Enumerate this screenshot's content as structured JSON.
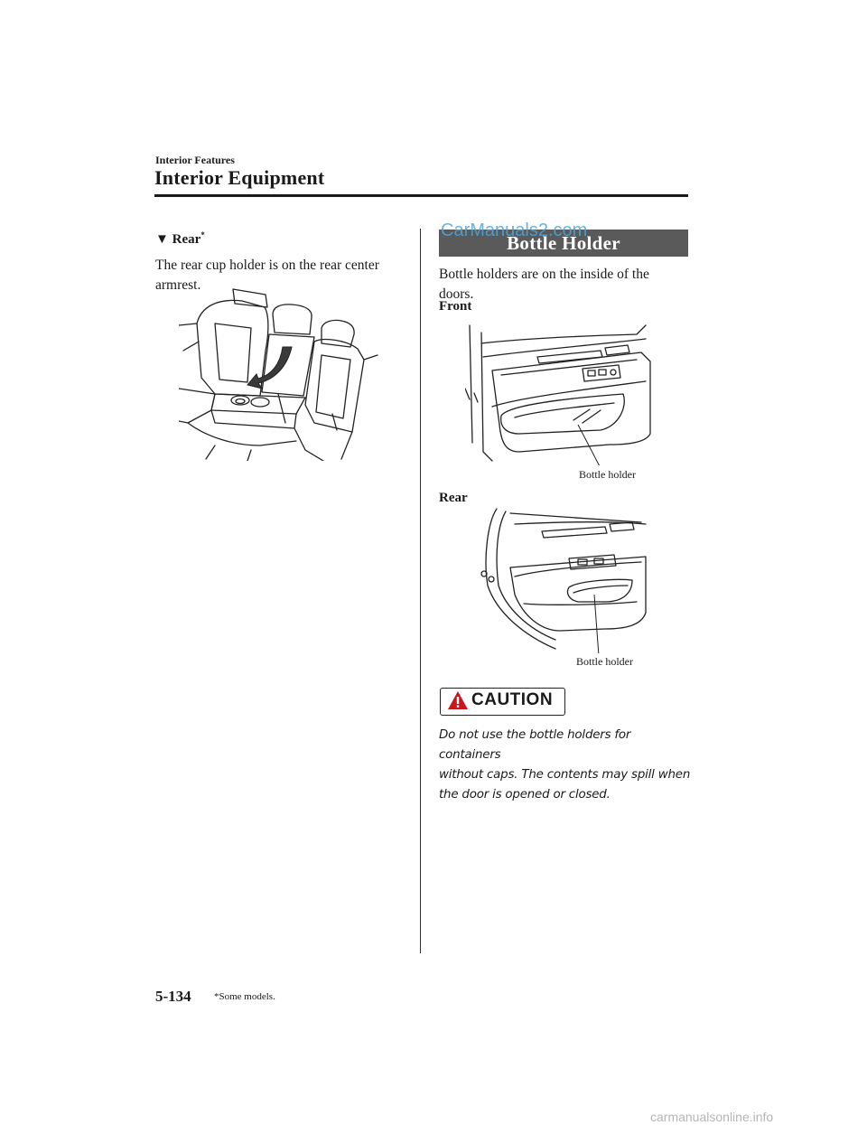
{
  "header": {
    "section": "Interior Features",
    "title": "Interior Equipment"
  },
  "left_column": {
    "arrow": "▼",
    "heading": "Rear",
    "heading_mark": "*",
    "body": [
      "The rear cup holder is on the rear center",
      "armrest."
    ]
  },
  "right_column": {
    "watermark": "CarManuals2.com",
    "banner_title": "Bottle Holder",
    "body": [
      "Bottle holders are on the inside of the",
      "doors."
    ],
    "front_label": "Front",
    "front_callout": "Bottle holder",
    "rear_label": "Rear",
    "rear_callout": "Bottle holder",
    "caution": {
      "label": "CAUTION",
      "icon": "warning-icon",
      "lines": [
        "Do not use the bottle holders for containers",
        "without caps. The contents may spill when",
        "the door is opened or closed."
      ]
    }
  },
  "footer": {
    "page_number": "5-134",
    "footnote": "*Some models.",
    "watermark": "carmanualsonline.info"
  }
}
